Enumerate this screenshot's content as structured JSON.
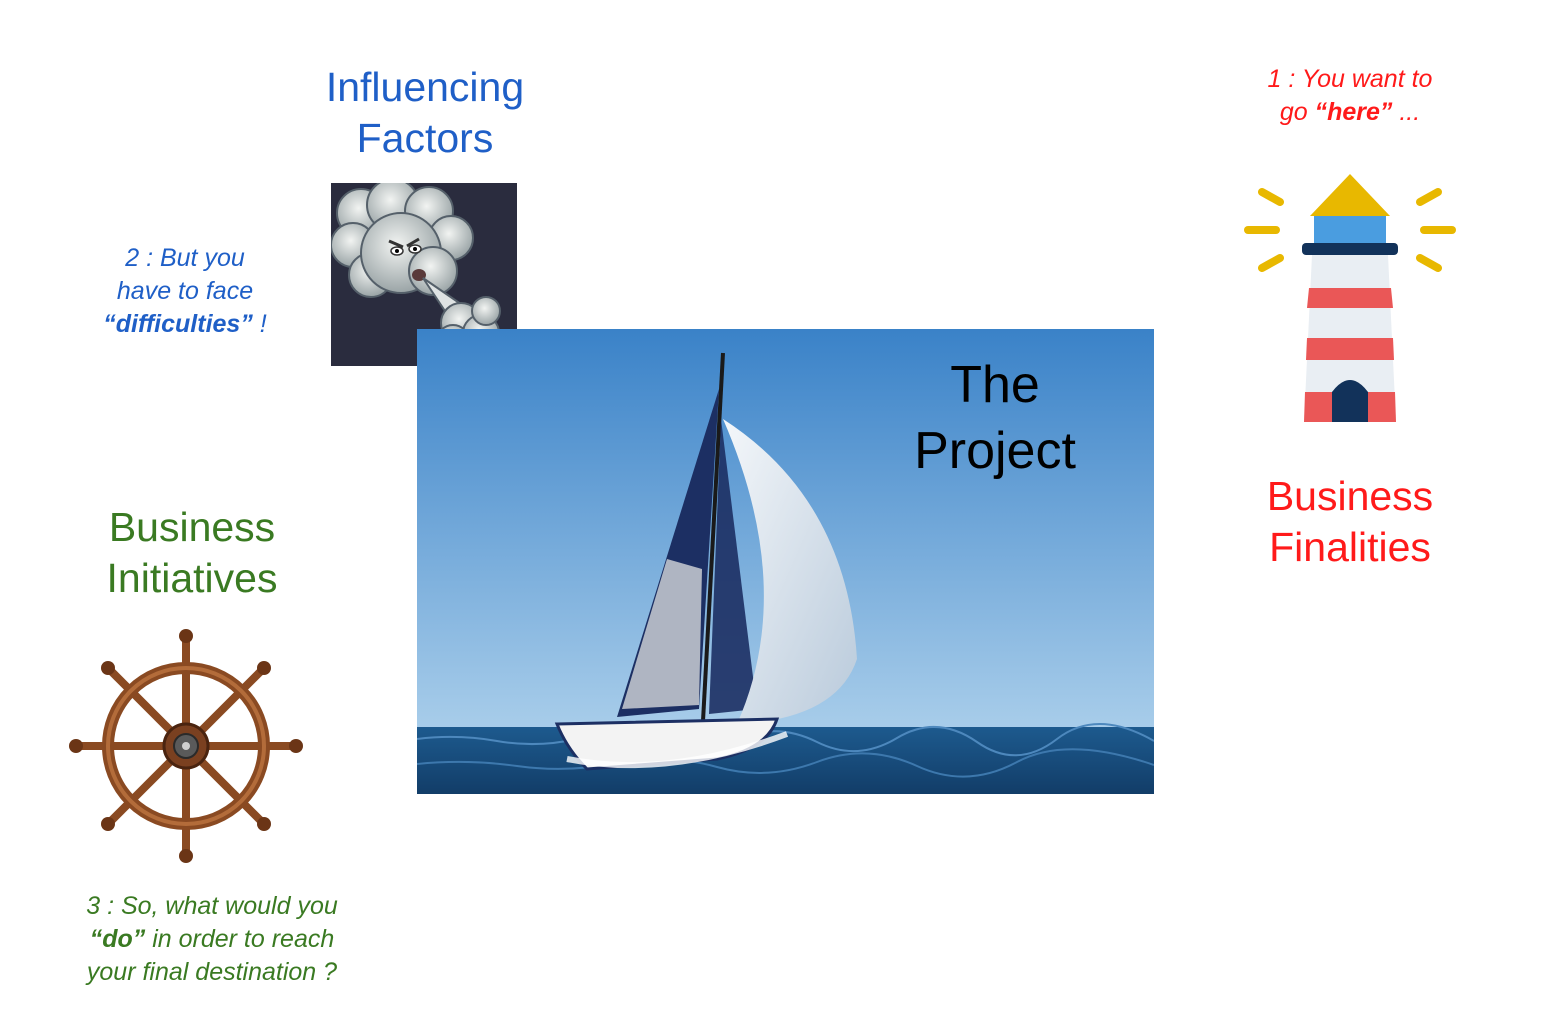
{
  "influencing": {
    "title_line1": "Influencing",
    "title_line2": "Factors",
    "note_line1": "2 : But you",
    "note_line2": "have to face",
    "note_line3_bold": "“difficulties”",
    "note_line3_tail": " !"
  },
  "initiatives": {
    "title_line1": "Business",
    "title_line2": "Initiatives",
    "note_line1": "3 : So, what would you",
    "note_line2_bold": "“do”",
    "note_line2_tail": " in order to reach",
    "note_line3": "your final destination ?"
  },
  "finalities": {
    "note_line1": "1 : You want to",
    "note_line2_head": "go ",
    "note_line2_bold": "“here”",
    "note_line2_tail": " ...",
    "title_line1": "Business",
    "title_line2": "Finalities"
  },
  "project": {
    "title_line1": "The",
    "title_line2": "Project"
  },
  "colors": {
    "influencing": "#1f5fc7",
    "initiatives": "#3a7a22",
    "finalities": "#ff1a1a",
    "project": "#000000"
  },
  "icons": {
    "wind": "wind-cloud-icon",
    "boat": "sailboat-photo",
    "lighthouse": "lighthouse-icon",
    "wheel": "ship-wheel-icon"
  }
}
